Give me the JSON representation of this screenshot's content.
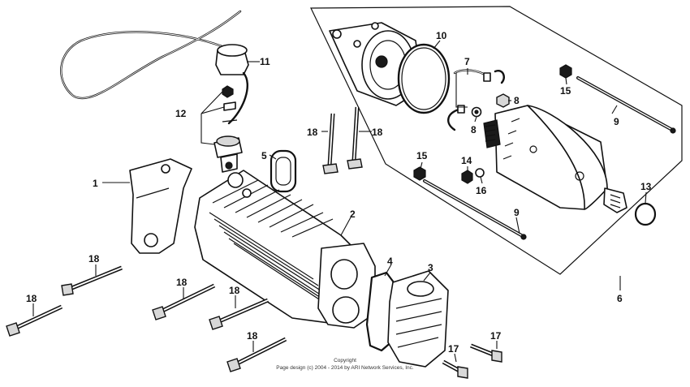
{
  "callouts": {
    "c1": "1",
    "c2": "2",
    "c3": "3",
    "c4": "4",
    "c5": "5",
    "c6": "6",
    "c7": "7",
    "c8a": "8",
    "c8b": "8",
    "c9a": "9",
    "c9b": "9",
    "c10": "10",
    "c11": "11",
    "c12": "12",
    "c13": "13",
    "c14": "14",
    "c15a": "15",
    "c15b": "15",
    "c16": "16",
    "c17a": "17",
    "c17b": "17",
    "c18a": "18",
    "c18b": "18",
    "c18c": "18",
    "c18d": "18",
    "c18e": "18",
    "c18f": "18",
    "c18g": "18"
  },
  "copyright": {
    "line1": "Copyright",
    "line2": "Page design (c) 2004 - 2014 by ARI Network Services, Inc."
  }
}
